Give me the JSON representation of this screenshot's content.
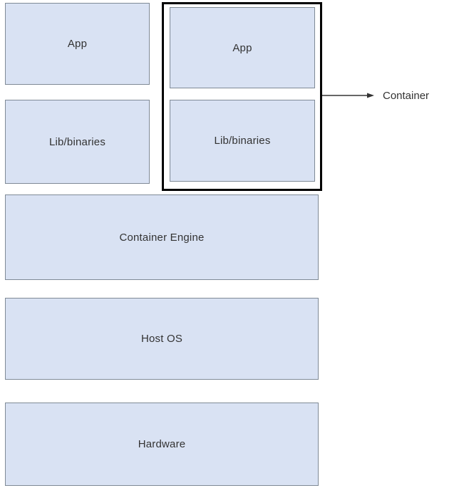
{
  "boxes": {
    "app_left": "App",
    "lib_left": "Lib/binaries",
    "app_container": "App",
    "lib_container": "Lib/binaries",
    "container_engine": "Container Engine",
    "host_os": "Host OS",
    "hardware": "Hardware"
  },
  "annotation": {
    "container_label": "Container"
  },
  "colors": {
    "box_fill": "#d9e2f3",
    "box_border": "#7f8a96",
    "group_border": "#000000",
    "text": "#333333",
    "arrow": "#333333"
  }
}
